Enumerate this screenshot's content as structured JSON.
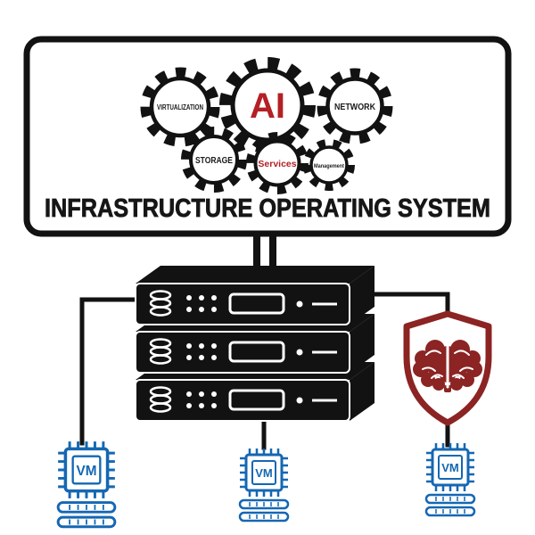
{
  "diagram": {
    "title": "INFRASTRUCTURE OPERATING SYSTEM",
    "gears": [
      {
        "id": "virtualization",
        "label": "VIRTUALIZATION",
        "color": "#1a1a1a"
      },
      {
        "id": "ai",
        "label": "AI",
        "color": "#b42025"
      },
      {
        "id": "network",
        "label": "NETWORK",
        "color": "#1a1a1a"
      },
      {
        "id": "storage",
        "label": "STORAGE",
        "color": "#1a1a1a"
      },
      {
        "id": "services",
        "label": "Services",
        "color": "#b42025"
      },
      {
        "id": "management",
        "label": "Management",
        "color": "#2a2a1a"
      }
    ],
    "servers": {
      "count": 3,
      "icon": "rack-server"
    },
    "security": {
      "icon": "shield-with-brain"
    },
    "vms": [
      {
        "label": "VM"
      },
      {
        "label": "VM"
      },
      {
        "label": "VM"
      }
    ],
    "colors": {
      "outline_black": "#121212",
      "accent_red": "#b42025",
      "shield_red": "#8b2423",
      "vm_blue": "#1467b3",
      "background": "#ffffff"
    }
  }
}
